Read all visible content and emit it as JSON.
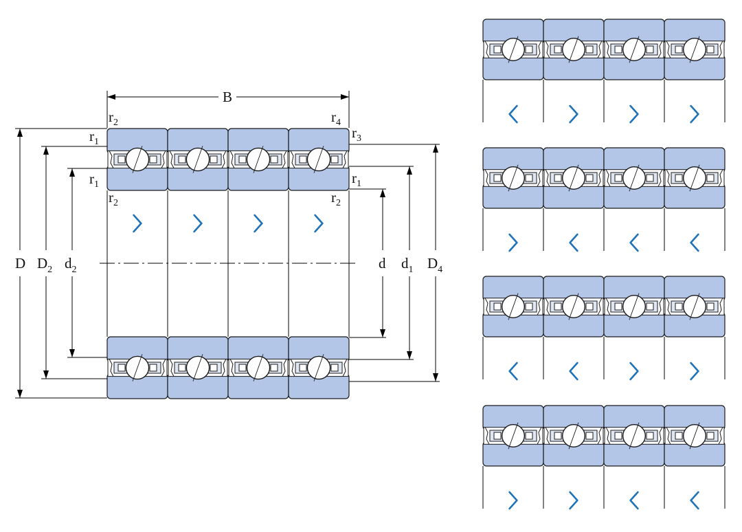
{
  "colors": {
    "ring_fill": "#b3c6e8",
    "outline": "#1a1a1a",
    "cage_fill": "#dfe7f3",
    "arrow": "#1f72b8"
  },
  "icons": {
    "arrow_right": "chevron-right-icon",
    "arrow_left": "chevron-left-icon"
  },
  "main": {
    "labels": {
      "B": "B",
      "r": "r",
      "D": "D",
      "D2_main": "D",
      "D2_sub": "2",
      "d2_main": "d",
      "d2_sub": "2",
      "d": "d",
      "d1_main": "d",
      "d1_sub": "1",
      "D4_main": "D",
      "D4_sub": "4",
      "r1_sub": "1",
      "r2_sub": "2",
      "r3_sub": "3",
      "r4_sub": "4"
    },
    "directions": [
      "right",
      "right",
      "right",
      "right"
    ]
  },
  "arrangements": [
    {
      "directions": [
        "left",
        "right",
        "right",
        "right"
      ]
    },
    {
      "directions": [
        "right",
        "left",
        "left",
        "left"
      ]
    },
    {
      "directions": [
        "left",
        "left",
        "right",
        "right"
      ]
    },
    {
      "directions": [
        "right",
        "right",
        "left",
        "left"
      ]
    }
  ]
}
